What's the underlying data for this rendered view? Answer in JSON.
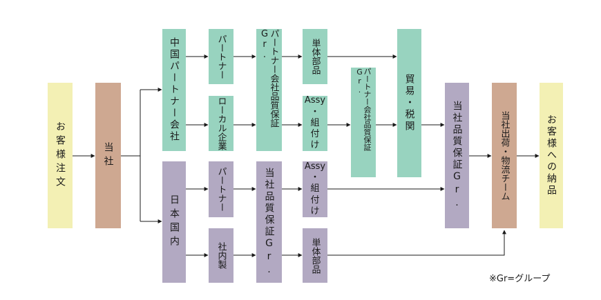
{
  "nodes": {
    "customer_order": "お客様注文",
    "company": "当社",
    "cn_partner": "中国パートナー会社",
    "cn_sub_partner": "パートナー",
    "cn_local": "ローカル企業",
    "cn_partner_qa": "パートナー会社品質保証Gr.",
    "cn_single_parts": "単体部品",
    "cn_assy": [
      "Assy",
      "・",
      "組",
      "付",
      "け"
    ],
    "cn_partner_qa2": "パートナー会社品質保証Gr.",
    "trade_customs": "貿易・税関",
    "jp_domestic": "日本国内",
    "jp_partner": "パートナー",
    "jp_inhouse": "社内製",
    "jp_company_qa": "当社品質保証Gr.",
    "jp_assy": [
      "Assy",
      "・",
      "組",
      "付",
      "け"
    ],
    "jp_single_parts": "単体部品",
    "company_qa": "当社品質保証Gr.",
    "shipping_team": "当社出荷・物流チーム",
    "delivery": "お客様への納品"
  },
  "note": "※Gr=グループ",
  "colors": {
    "yellow": "#f3f0b4",
    "brown": "#cea891",
    "green": "#98d3bf",
    "purple": "#b2a9c2",
    "line": "#1a1a1a"
  }
}
